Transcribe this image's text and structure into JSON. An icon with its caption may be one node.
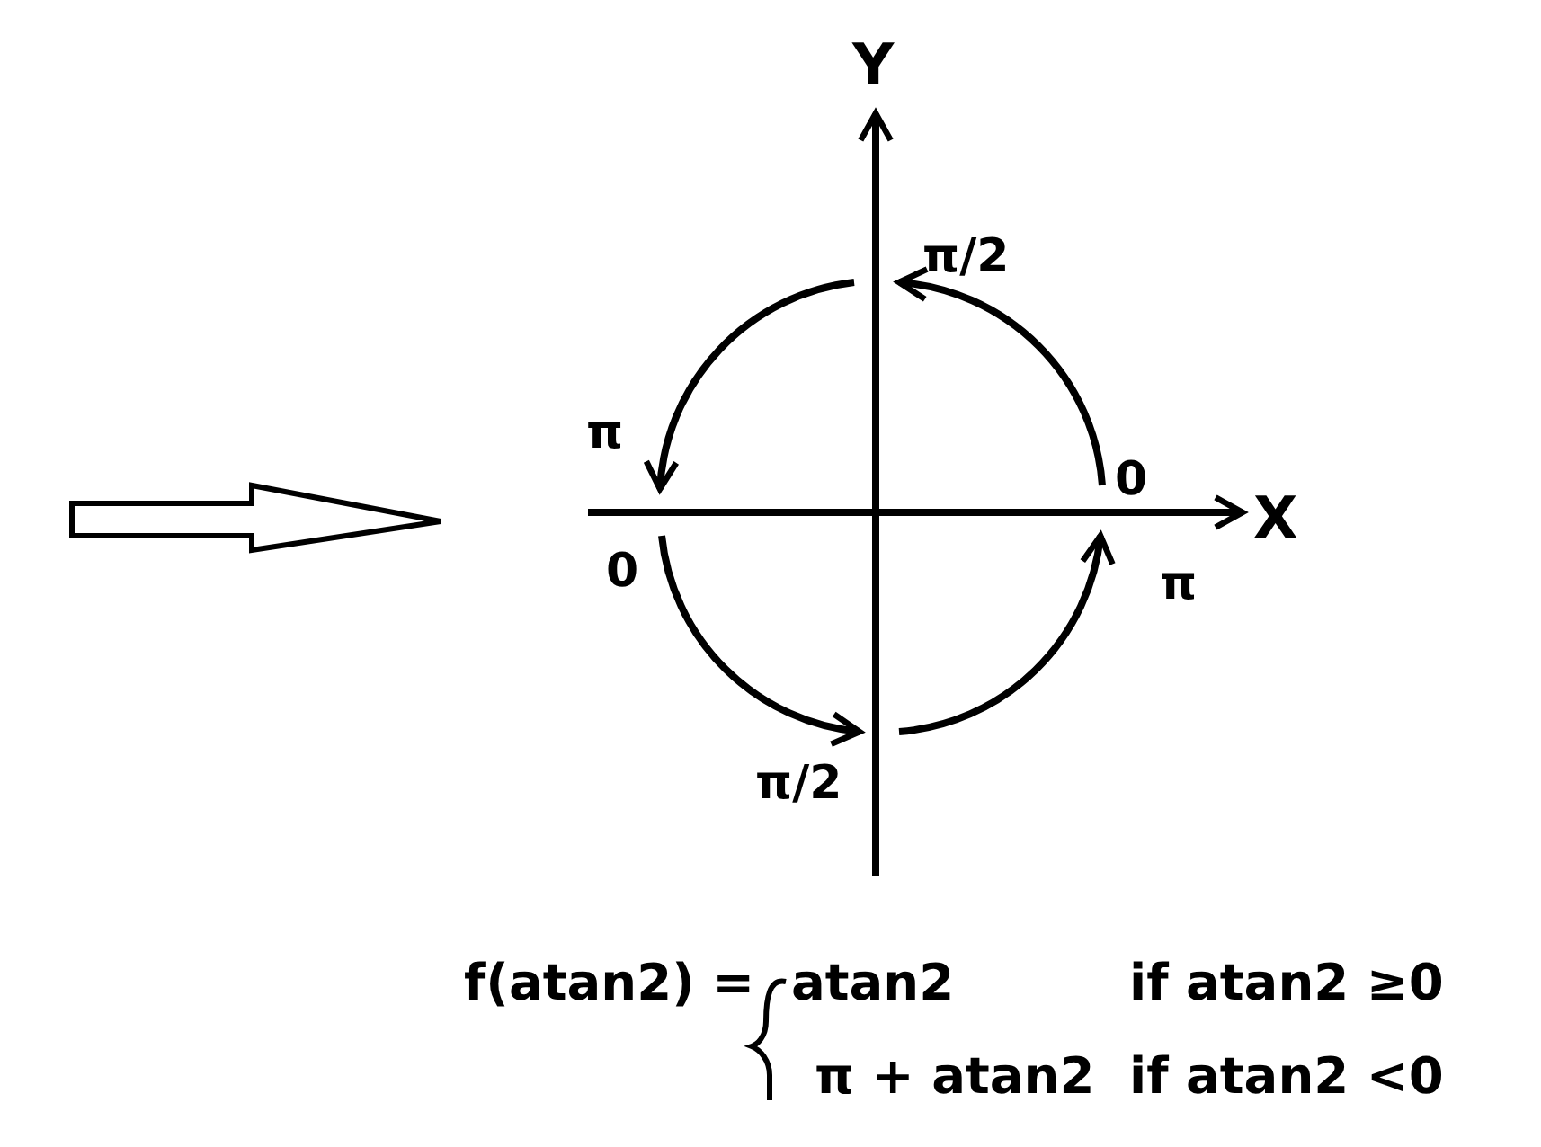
{
  "diagram": {
    "labels": [
      "Y",
      "π/2",
      "π",
      "0",
      "X",
      "0",
      "π",
      "π/2",
      "f(atan2) =",
      "atan2",
      "if atan2 ≥0",
      "π + atan2",
      "if atan2 <0"
    ]
  }
}
